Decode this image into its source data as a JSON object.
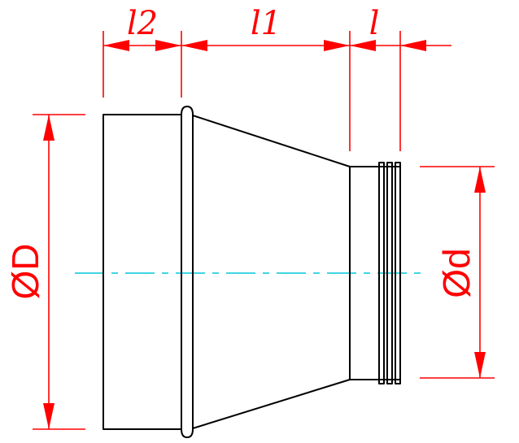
{
  "labels": {
    "l2": "l2",
    "l1": "l1",
    "l": "l",
    "D": "ØD",
    "d": "Ød"
  },
  "colors": {
    "dimension": "#ff0000",
    "centerline": "#00c8d8",
    "outline": "#000000"
  }
}
